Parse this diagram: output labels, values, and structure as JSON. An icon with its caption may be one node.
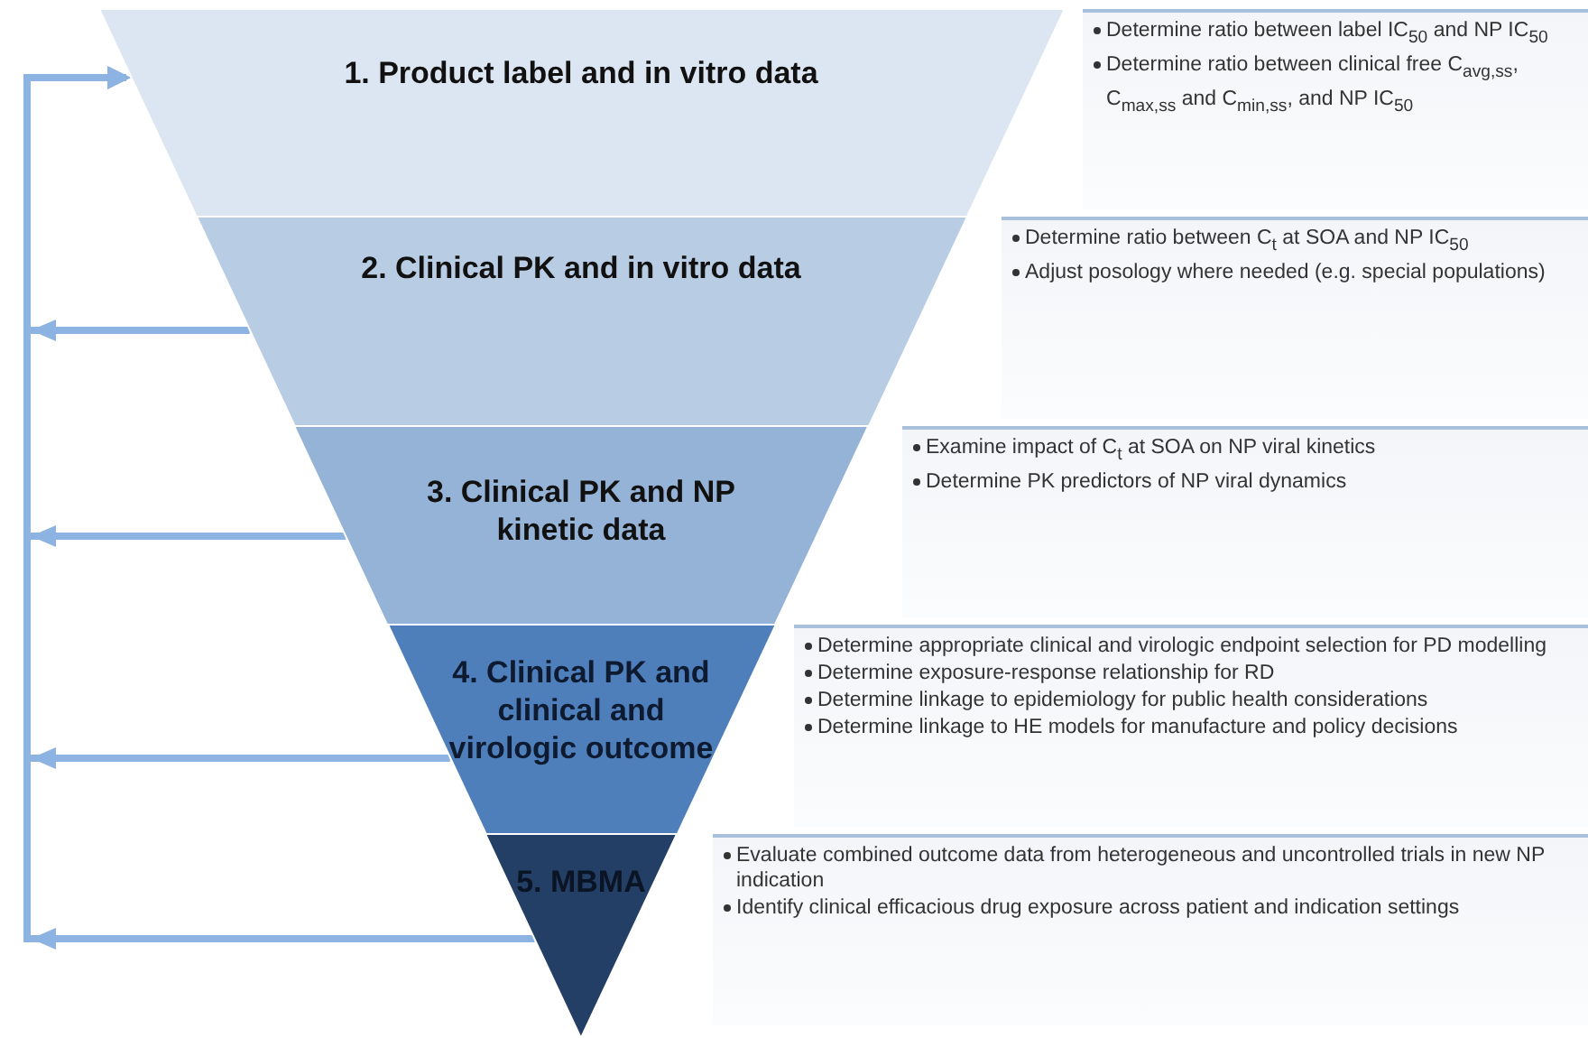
{
  "diagram": {
    "nodes": [
      {
        "text": [
          "1. Product label and in vitro data"
        ],
        "beside": [
          "Determine ratio between label IC$_{50}$ and NP IC$_{50}$",
          "Determine ratio between clinical free C$_{avg,ss}$, C$_{max,ss}$ and C$_{min,ss}$, and NP IC$_{50}$"
        ]
      },
      {
        "text": [
          "2. Clinical PK and in vitro data"
        ],
        "beside": [
          "Determine ratio between C$_{t}$ at SOA and NP IC$_{50}$",
          "Adjust posology where needed (e.g. special populations)"
        ]
      },
      {
        "text": [
          "3. Clinical PK and NP kinetic data"
        ],
        "beside": [
          "Examine impact of C$_{t}$ at SOA on NP viral kinetics",
          "Determine PK predictors of NP viral dynamics"
        ]
      },
      {
        "text": [
          "4. Clinical PK and clinical and virologic outcome"
        ],
        "beside": [
          "Determine appropriate clinical and virologic endpoint selection for PD modelling",
          "Determine exposure-response relationship for RD",
          "Determine linkage to epidemiology for public health considerations",
          "Determine linkage to HE models for manufacture and policy decisions"
        ]
      },
      {
        "text": [
          "5. MBMA"
        ],
        "beside": [
          "Evaluate combined outcome data from heterogeneous and uncontrolled trials in new NP indication",
          "Identify clinical efficacious drug exposure across patient and indication settings"
        ]
      }
    ],
    "edges": [
      {
        "from": 1,
        "to": 0,
        "arrow": "to"
      },
      {
        "from": 2,
        "to": 0,
        "arrow": "to"
      },
      {
        "from": 3,
        "to": 0,
        "arrow": "to"
      },
      {
        "from": 4,
        "to": 0,
        "arrow": "to"
      }
    ]
  }
}
